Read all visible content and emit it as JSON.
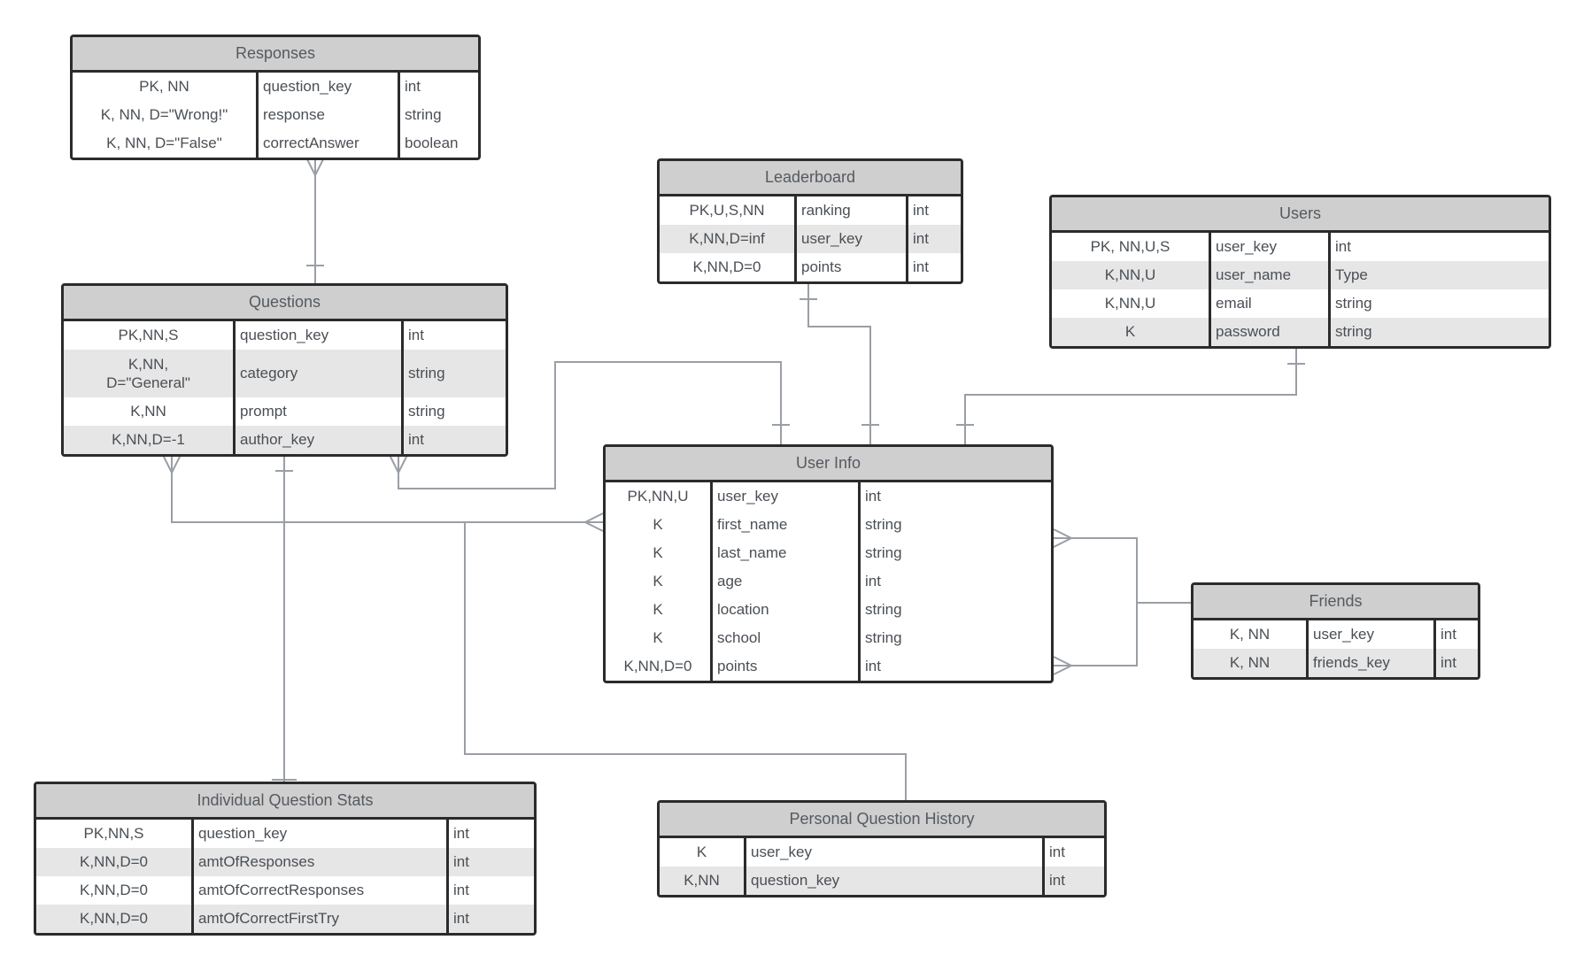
{
  "diagram": {
    "entities": [
      {
        "id": "responses",
        "title": "Responses",
        "rows": [
          {
            "keys": "PK, NN",
            "field": "question_key",
            "type": "int"
          },
          {
            "keys": "K, NN, D=\"Wrong!\"",
            "field": "response",
            "type": "string"
          },
          {
            "keys": "K, NN, D=\"False\"",
            "field": "correctAnswer",
            "type": "boolean"
          }
        ]
      },
      {
        "id": "questions",
        "title": "Questions",
        "rows": [
          {
            "keys": "PK,NN,S",
            "field": "question_key",
            "type": "int"
          },
          {
            "keys": "K,NN,\nD=\"General\"",
            "field": "category",
            "type": "string"
          },
          {
            "keys": "K,NN",
            "field": "prompt",
            "type": "string"
          },
          {
            "keys": "K,NN,D=-1",
            "field": "author_key",
            "type": "int"
          }
        ]
      },
      {
        "id": "leaderboard",
        "title": "Leaderboard",
        "rows": [
          {
            "keys": "PK,U,S,NN",
            "field": "ranking",
            "type": "int"
          },
          {
            "keys": "K,NN,D=inf",
            "field": "user_key",
            "type": "int"
          },
          {
            "keys": "K,NN,D=0",
            "field": "points",
            "type": "int"
          }
        ]
      },
      {
        "id": "users",
        "title": "Users",
        "rows": [
          {
            "keys": "PK, NN,U,S",
            "field": "user_key",
            "type": "int"
          },
          {
            "keys": "K,NN,U",
            "field": "user_name",
            "type": "Type"
          },
          {
            "keys": "K,NN,U",
            "field": "email",
            "type": "string"
          },
          {
            "keys": "K",
            "field": "password",
            "type": "string"
          }
        ]
      },
      {
        "id": "user-info",
        "title": "User Info",
        "rows": [
          {
            "keys": "PK,NN,U",
            "field": "user_key",
            "type": "int"
          },
          {
            "keys": "K",
            "field": "first_name",
            "type": "string"
          },
          {
            "keys": "K",
            "field": "last_name",
            "type": "string"
          },
          {
            "keys": "K",
            "field": "age",
            "type": "int"
          },
          {
            "keys": "K",
            "field": "location",
            "type": "string"
          },
          {
            "keys": "K",
            "field": "school",
            "type": "string"
          },
          {
            "keys": "K,NN,D=0",
            "field": "points",
            "type": "int"
          }
        ]
      },
      {
        "id": "friends",
        "title": "Friends",
        "rows": [
          {
            "keys": "K, NN",
            "field": "user_key",
            "type": "int"
          },
          {
            "keys": "K, NN",
            "field": "friends_key",
            "type": "int"
          }
        ]
      },
      {
        "id": "individual-question-stats",
        "title": "Individual Question Stats",
        "rows": [
          {
            "keys": "PK,NN,S",
            "field": "question_key",
            "type": "int"
          },
          {
            "keys": "K,NN,D=0",
            "field": "amtOfResponses",
            "type": "int"
          },
          {
            "keys": "K,NN,D=0",
            "field": "amtOfCorrectResponses",
            "type": "int"
          },
          {
            "keys": "K,NN,D=0",
            "field": "amtOfCorrectFirstTry",
            "type": "int"
          }
        ]
      },
      {
        "id": "personal-question-history",
        "title": "Personal Question History",
        "rows": [
          {
            "keys": "K",
            "field": "user_key",
            "type": "int"
          },
          {
            "keys": "K,NN",
            "field": "question_key",
            "type": "int"
          }
        ]
      }
    ],
    "colors": {
      "border": "#2b2b2b",
      "header": "#cfcfcf",
      "alt_row": "#e6e6e6",
      "connector": "#9a9ea6",
      "text": "#4a4f55"
    }
  }
}
